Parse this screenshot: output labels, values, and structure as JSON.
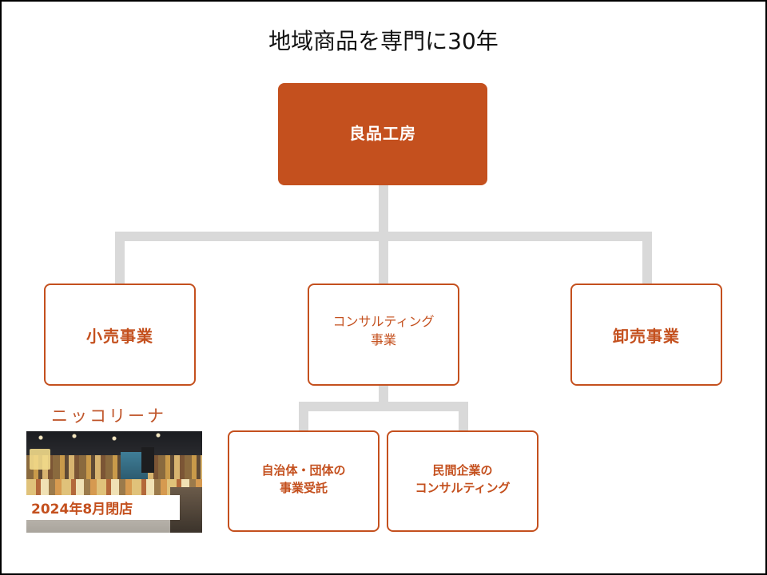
{
  "title": "地域商品を専門に30年",
  "root": {
    "label": "良品工房"
  },
  "divisions": [
    {
      "lines": [
        "小売事業"
      ]
    },
    {
      "lines": [
        "コンサルティング",
        "事業"
      ]
    },
    {
      "lines": [
        "卸売事業"
      ]
    }
  ],
  "consulting_sub": [
    {
      "lines": [
        "自治体・団体の",
        "事業受託"
      ]
    },
    {
      "lines": [
        "民間企業の",
        "コンサルティング"
      ]
    }
  ],
  "store": {
    "name": "ニッコリーナ",
    "status": "2024年8月閉店",
    "photo_icon": "store-interior-photo"
  },
  "colors": {
    "accent": "#C4501E",
    "connector": "#D9D9D9",
    "frame": "#000000"
  }
}
